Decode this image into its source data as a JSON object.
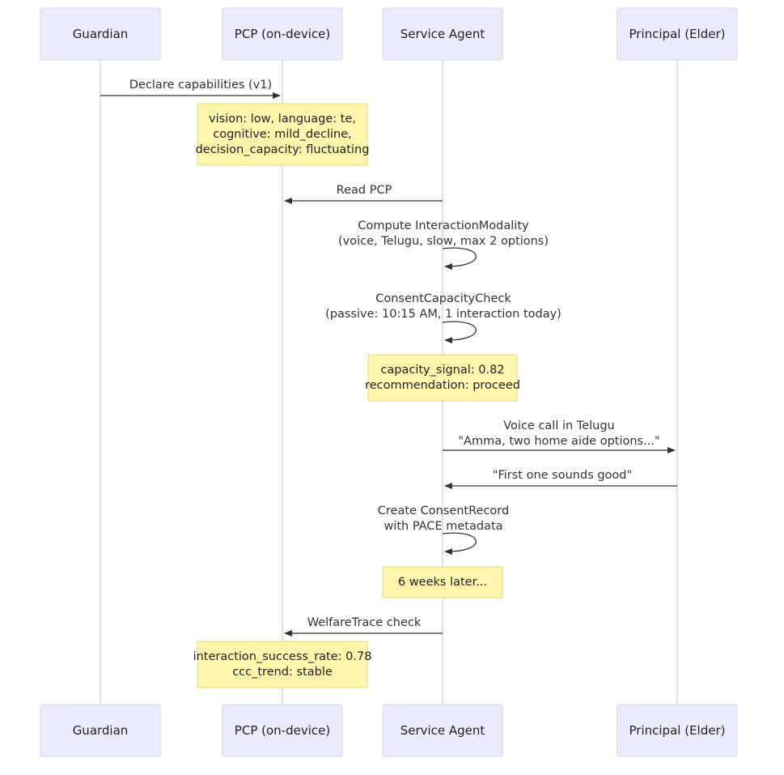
{
  "actors": [
    {
      "id": "guardian",
      "label": "Guardian"
    },
    {
      "id": "pcp",
      "label": "PCP (on-device)"
    },
    {
      "id": "agent",
      "label": "Service Agent"
    },
    {
      "id": "principal",
      "label": "Principal (Elder)"
    }
  ],
  "messages": {
    "declare_capabilities": {
      "from": "guardian",
      "to": "pcp",
      "lines": [
        "Declare capabilities (v1)"
      ]
    },
    "read_pcp": {
      "from": "agent",
      "to": "pcp",
      "lines": [
        "Read PCP"
      ]
    },
    "compute_modality": {
      "from": "agent",
      "to": "agent",
      "lines": [
        "Compute InteractionModality",
        "(voice, Telugu, slow, max 2 options)"
      ]
    },
    "consent_capacity_check": {
      "from": "agent",
      "to": "agent",
      "lines": [
        "ConsentCapacityCheck",
        "(passive: 10:15 AM, 1 interaction today)"
      ]
    },
    "voice_call": {
      "from": "agent",
      "to": "principal",
      "lines": [
        "Voice call in Telugu",
        "\"Amma, two home aide options...\""
      ]
    },
    "principal_reply": {
      "from": "principal",
      "to": "agent",
      "lines": [
        "\"First one sounds good\""
      ]
    },
    "create_consent_record": {
      "from": "agent",
      "to": "agent",
      "lines": [
        "Create ConsentRecord",
        "with PACE metadata"
      ]
    },
    "welfare_trace_check": {
      "from": "agent",
      "to": "pcp",
      "lines": [
        "WelfareTrace check"
      ]
    }
  },
  "notes": {
    "capabilities_note": {
      "over": "pcp",
      "lines": [
        "vision: low, language: te,",
        "cognitive: mild_decline,",
        "decision_capacity: fluctuating"
      ]
    },
    "capacity_note": {
      "over": "agent",
      "lines": [
        "capacity_signal: 0.82",
        "recommendation: proceed"
      ]
    },
    "time_note": {
      "over": "agent",
      "lines": [
        "6 weeks later..."
      ]
    },
    "welfare_note": {
      "over": "pcp",
      "lines": [
        "interaction_success_rate: 0.78",
        "ccc_trend: stable"
      ]
    }
  },
  "colors": {
    "actor_fill": "#ececff",
    "actor_border": "#d3d3f3",
    "lifeline": "#d6d6ee",
    "note_fill": "#fff5ad",
    "note_border": "#e6d979",
    "line": "#333333"
  }
}
